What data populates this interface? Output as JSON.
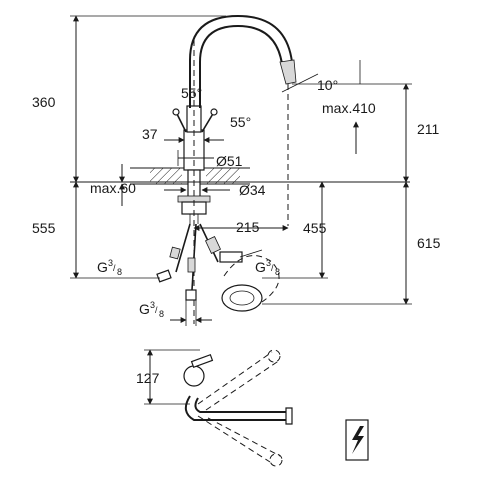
{
  "dimensions": {
    "total_height": "360",
    "angle_left": "55°",
    "angle_right": "55°",
    "angle_spout": "10°",
    "reach": "max.410",
    "spout_height": "211",
    "lever_width": "37",
    "body_diameter": "Ø51",
    "deck_thickness": "max.60",
    "hole_diameter": "Ø34",
    "below_deck": "555",
    "hose_offset": "215",
    "hose_length": "455",
    "total_below": "615",
    "handle_depth": "127"
  },
  "thread_labels": [
    {
      "letter": "G",
      "num": "3",
      "den": "8"
    },
    {
      "letter": "G",
      "num": "3",
      "den": "8"
    },
    {
      "letter": "G",
      "num": "3",
      "den": "8"
    }
  ],
  "icons": [
    "electric-symbol-icon"
  ]
}
